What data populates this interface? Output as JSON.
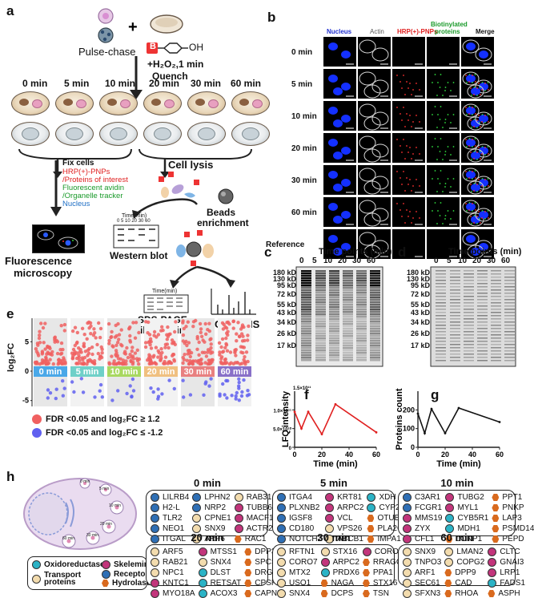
{
  "panels": {
    "a": "a",
    "b": "b",
    "c": "c",
    "d": "d",
    "e": "e",
    "f": "f",
    "g": "g",
    "h": "h"
  },
  "a": {
    "pulse_chase": "Pulse-chase",
    "reagent": "+H₂O₂,1 min",
    "quench": "Quench",
    "boronic": "B",
    "oh": "OH",
    "times": [
      "0 min",
      "5 min",
      "10 min",
      "20 min",
      "30 min",
      "60 min"
    ],
    "fix_cells": "Fix cells",
    "fix_items": [
      "HRP(+)-PNPs",
      "/Proteins of interest",
      "Fluorescent avidin",
      "/Organelle tracker",
      "Nucleus"
    ],
    "fix_colors": [
      "#e02020",
      "#e02020",
      "#1a9a2a",
      "#1a9a2a",
      "#1f6fc5"
    ],
    "cell_lysis": "Cell lysis",
    "beads": "Beads",
    "enrichment": "enrichment",
    "fluorescence": "Fluorescence",
    "microscopy": "microscopy",
    "western": "Western blot",
    "time_min": "Time(min)",
    "time_ticks": "0 5 10 20 30 60",
    "sds1": "SDS-PAGE",
    "sds2": "(Silver staining)",
    "lcms": "LC-MS/MS"
  },
  "b": {
    "headers": [
      "Nucleus",
      "Actin",
      "HRP(+)-PNPs",
      "Biotinylated",
      "proteins",
      "Merge"
    ],
    "header_colors": [
      "#2030d0",
      "#555555",
      "#e02020",
      "#1a9a2a",
      "#1a9a2a",
      "#111111"
    ],
    "rows": [
      "0 min",
      "5 min",
      "10 min",
      "20 min",
      "30 min",
      "60 min",
      "Reference"
    ]
  },
  "c": {
    "title": "Time points (min)",
    "ticks": [
      "0",
      "5",
      "10",
      "20",
      "30",
      "60"
    ],
    "markers": [
      "180 kD",
      "130 kD",
      "95 kD",
      "72 kD",
      "55 kD",
      "43 kD",
      "34 kD",
      "26 kD",
      "17 kD"
    ]
  },
  "d": {
    "title": "Time points (min)",
    "ticks": [
      "0",
      "5",
      "10",
      "20",
      "30",
      "60"
    ],
    "markers": [
      "180 kD",
      "130 kD",
      "95 kD",
      "72 kD",
      "55 kD",
      "43 kD",
      "34 kD",
      "26 kD",
      "17 kD"
    ]
  },
  "e": {
    "ylabel": "log₂FC",
    "yticks": [
      "5",
      "0",
      "-5"
    ],
    "groups": [
      "0 min",
      "5 min",
      "10 min",
      "20 min",
      "30 min",
      "60 min"
    ],
    "group_colors": [
      "#4aa8e8",
      "#6fd0c8",
      "#a8d860",
      "#f0c080",
      "#e88080",
      "#8870c8"
    ],
    "legend_red": "FDR <0.05 and log₂FC ≥ 1.2",
    "legend_blue": "FDR <0.05 and log₂FC ≤ -1.2",
    "red": "#f06060",
    "blue": "#6060f0"
  },
  "chart_data": [
    {
      "type": "line",
      "ylabel": "LFQ intensity",
      "xlabel": "Time (min)",
      "y_exponent_label": "1.5×10¹¹",
      "yticks": [
        "1.0×10¹¹",
        "5.0×10¹⁰",
        "0"
      ],
      "xticks": [
        "0",
        "20",
        "40",
        "60"
      ],
      "x": [
        0,
        5,
        10,
        20,
        30,
        60
      ],
      "y": [
        95000000000.0,
        50000000000.0,
        95000000000.0,
        35000000000.0,
        115000000000.0,
        40000000000.0
      ],
      "xlim": [
        0,
        60
      ],
      "ylim": [
        0,
        150000000000.0
      ],
      "color": "#e02020"
    },
    {
      "type": "line",
      "ylabel": "Proteins count",
      "xlabel": "Time (min)",
      "yticks": [
        "200",
        "100",
        "0"
      ],
      "xticks": [
        "0",
        "20",
        "40",
        "60"
      ],
      "x": [
        0,
        5,
        10,
        20,
        30,
        60
      ],
      "y": [
        180,
        75,
        205,
        75,
        210,
        135
      ],
      "xlim": [
        0,
        60
      ],
      "ylim": [
        0,
        300
      ],
      "color": "#111111"
    }
  ],
  "h": {
    "legend": {
      "oxidoreductase": "Oxidoreductase",
      "skelemin": "Skelemin",
      "transport": "Transport",
      "proteins": "proteins",
      "receptor": "Receptor",
      "hydrolase": "Hydrolase"
    },
    "cell_times": [
      "0 min",
      "5 min",
      "10 min",
      "20 min",
      "30 min",
      "60 min"
    ],
    "boxes": [
      {
        "title": "0 min",
        "items": [
          [
            "LILRB4",
            "recep"
          ],
          [
            "LPHN2",
            "recep"
          ],
          [
            "RAB31",
            "transp"
          ],
          [
            "H2-L",
            "recep"
          ],
          [
            "NRP2",
            "recep"
          ],
          [
            "TUBB6",
            "skel"
          ],
          [
            "TLR2",
            "recep"
          ],
          [
            "CPNE1",
            "transp"
          ],
          [
            "MACF1",
            "skel"
          ],
          [
            "NEO1",
            "recep"
          ],
          [
            "SNX9",
            "transp"
          ],
          [
            "ACTR2",
            "skel"
          ],
          [
            "ITGAL",
            "recep"
          ],
          [
            "ARF6",
            "transp"
          ],
          [
            "RAC1",
            "hydro"
          ]
        ]
      },
      {
        "title": "5 min",
        "items": [
          [
            "ITGA4",
            "recep"
          ],
          [
            "KRT81",
            "skel"
          ],
          [
            "XDH",
            "oxid"
          ],
          [
            "PLXNB2",
            "recep"
          ],
          [
            "ARPC2",
            "skel"
          ],
          [
            "CYP20A1",
            "oxid"
          ],
          [
            "IGSF8",
            "recep"
          ],
          [
            "VCL",
            "skel"
          ],
          [
            "OTUB1",
            "hydro"
          ],
          [
            "CD180",
            "recep"
          ],
          [
            "VPS26",
            "transp"
          ],
          [
            "PLA2G4A",
            "hydro"
          ],
          [
            "NOTCH2",
            "recep"
          ],
          [
            "ABCB1",
            "transp"
          ],
          [
            "IMPA1",
            "hydro"
          ]
        ]
      },
      {
        "title": "10 min",
        "items": [
          [
            "C3AR1",
            "recep"
          ],
          [
            "TUBG2",
            "skel"
          ],
          [
            "PPT1",
            "hydro"
          ],
          [
            "FCGR1",
            "recep"
          ],
          [
            "MYL1",
            "skel"
          ],
          [
            "PNKP",
            "hydro"
          ],
          [
            "MMS19",
            "skel"
          ],
          [
            "CYB5R1",
            "oxid"
          ],
          [
            "LAP3",
            "hydro"
          ],
          [
            "ZYX",
            "skel"
          ],
          [
            "MDH1",
            "oxid"
          ],
          [
            "PSMD14",
            "hydro"
          ],
          [
            "CFL1",
            "skel"
          ],
          [
            "LONP1",
            "hydro"
          ],
          [
            "PEPD",
            "hydro"
          ]
        ]
      },
      {
        "title": "20 min",
        "items": [
          [
            "ARF5",
            "transp"
          ],
          [
            "MTSS1",
            "skel"
          ],
          [
            "DPP3",
            "hydro"
          ],
          [
            "RAB21",
            "transp"
          ],
          [
            "SNX4",
            "transp"
          ],
          [
            "SPCS2",
            "hydro"
          ],
          [
            "NPC1",
            "transp"
          ],
          [
            "DLST",
            "oxid"
          ],
          [
            "DRG2",
            "hydro"
          ],
          [
            "KNTC1",
            "skel"
          ],
          [
            "RETSAT",
            "oxid"
          ],
          [
            "CPSF3",
            "hydro"
          ],
          [
            "MYO18A",
            "skel"
          ],
          [
            "ACOX3",
            "oxid"
          ],
          [
            "CAPN2",
            "hydro"
          ]
        ]
      },
      {
        "title": "30 min",
        "items": [
          [
            "RFTN1",
            "transp"
          ],
          [
            "STX16",
            "transp"
          ],
          [
            "CORO1B",
            "skel"
          ],
          [
            "CORO7",
            "transp"
          ],
          [
            "ARPC2",
            "skel"
          ],
          [
            "RRAGC",
            "hydro"
          ],
          [
            "MTX2",
            "transp"
          ],
          [
            "PRDX6",
            "oxid"
          ],
          [
            "PPA1",
            "hydro"
          ],
          [
            "USO1",
            "transp"
          ],
          [
            "NAGA",
            "hydro"
          ],
          [
            "STX16",
            "hydro"
          ],
          [
            "SNX4",
            "transp"
          ],
          [
            "DCPS",
            "hydro"
          ],
          [
            "TSN",
            "hydro"
          ]
        ]
      },
      {
        "title": "60 min",
        "items": [
          [
            "SNX9",
            "transp"
          ],
          [
            "LMAN2",
            "transp"
          ],
          [
            "CLTC",
            "skel"
          ],
          [
            "TNPO3",
            "transp"
          ],
          [
            "COPG2",
            "transp"
          ],
          [
            "GNAI3",
            "skel"
          ],
          [
            "ARF1",
            "transp"
          ],
          [
            "DPP9",
            "hydro"
          ],
          [
            "LRP1",
            "skel"
          ],
          [
            "SEC61",
            "transp"
          ],
          [
            "CAD",
            "hydro"
          ],
          [
            "FADS1",
            "oxid"
          ],
          [
            "SFXN3",
            "transp"
          ],
          [
            "RHOA",
            "hydro"
          ],
          [
            "ASPH",
            "hydro"
          ]
        ]
      }
    ]
  }
}
